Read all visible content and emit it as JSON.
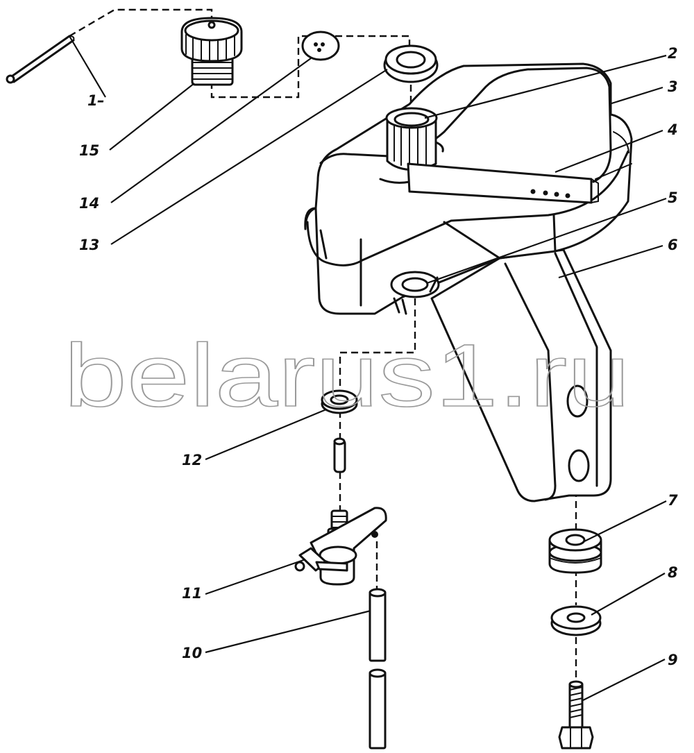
{
  "watermark": "belarus1.ru",
  "callouts": {
    "c1": "1",
    "c2": "2",
    "c3": "3",
    "c4": "4",
    "c5": "5",
    "c6": "6",
    "c7": "7",
    "c8": "8",
    "c9": "9",
    "c10": "10",
    "c11": "11",
    "c12": "12",
    "c13": "13",
    "c14": "14",
    "c15": "15"
  }
}
